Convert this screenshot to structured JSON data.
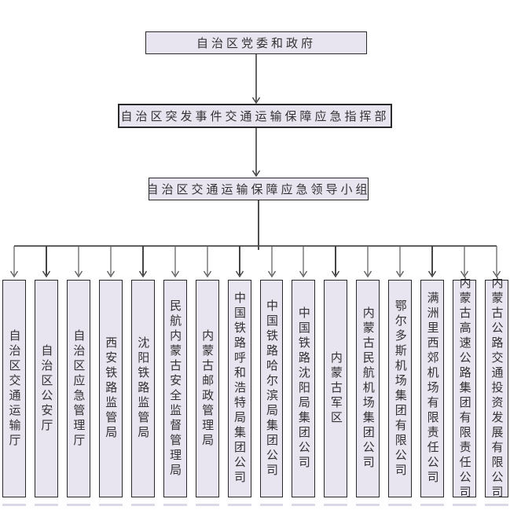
{
  "org": {
    "root": "自治区党委和政府",
    "command_center": "自治区突发事件交通运输保障应急指挥部",
    "leading_group": "自治区交通运输保障应急领导小组",
    "members": [
      "自治区交通运输厅",
      "自治区公安厅",
      "自治区应急管理厅",
      "西安铁路监管局",
      "沈阳铁路监管局",
      "民航内蒙古安全监督管理局",
      "内蒙古邮政管理局",
      "中国铁路呼和浩特局集团公司",
      "中国铁路哈尔滨局集团公司",
      "中国铁路沈阳局集团公司",
      "内蒙古军区",
      "内蒙古民航机场集团公司",
      "鄂尔多斯机场集团有限公司",
      "满洲里西郊机场有限责任公司",
      "内蒙古高速公路集团有限责任公司",
      "内蒙古公路交通投资发展有限公司"
    ],
    "colors": {
      "box_fill": "#e8e4f0",
      "box_border": "#2a2a2a",
      "line": "#3d3d3d",
      "text": "#333333"
    }
  }
}
